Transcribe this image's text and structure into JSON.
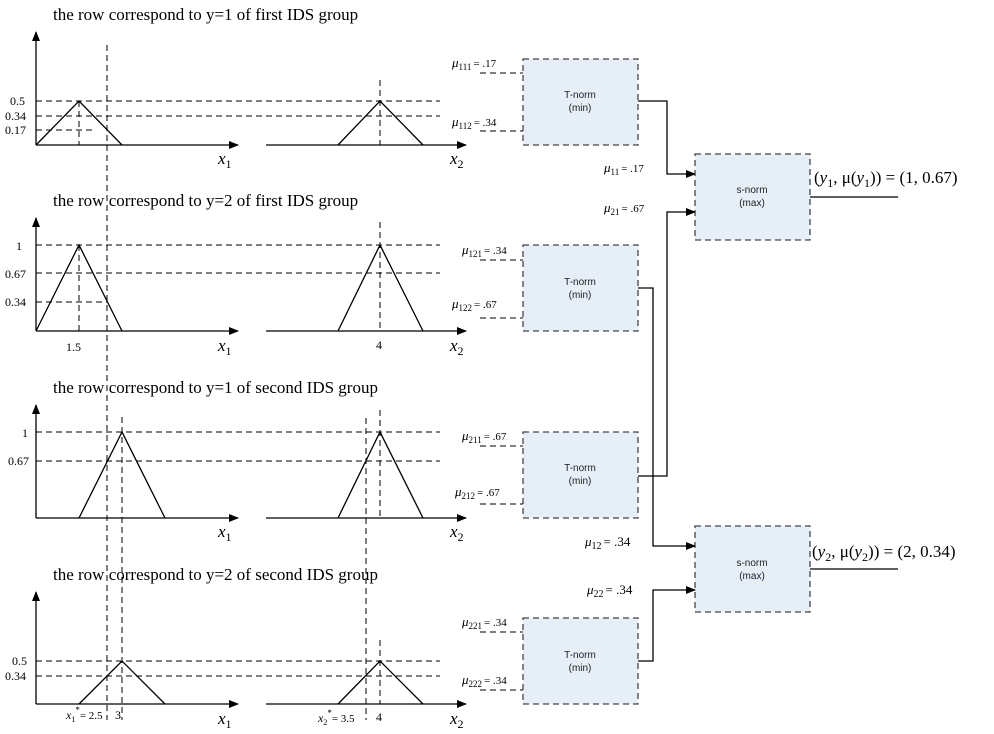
{
  "rows": [
    {
      "caption": "the row correspond to y=1 of first IDS group"
    },
    {
      "caption": "the row correspond to y=2 of first IDS group"
    },
    {
      "caption": "the row correspond to y=1 of second IDS group"
    },
    {
      "caption": "the row correspond to y=2 of second IDS group"
    }
  ],
  "ticks": {
    "r1": {
      "y_a": "0.5",
      "y_b": "0.34",
      "y_c": "0.17"
    },
    "r2": {
      "y_a": "1",
      "y_b": "0.67",
      "y_c": "0.34",
      "x_a": "1.5",
      "x_b": "4"
    },
    "r3": {
      "y_a": "1",
      "y_b": "0.67"
    },
    "r4": {
      "y_a": "0.5",
      "y_b": "0.34",
      "x1_star": "= 2.5",
      "x1_tick": "3",
      "x2_star": "= 3.5",
      "x2_tick": "4"
    }
  },
  "axes": {
    "x1": "x",
    "x1_sub": "1",
    "x2": "x",
    "x2_sub": "2"
  },
  "tnorm": {
    "title": "T-norm",
    "sub": "(min)"
  },
  "snorm": {
    "title": "s-norm",
    "sub": "(max)"
  },
  "mu_labels": {
    "mu": "μ",
    "m111": {
      "sub": "111",
      "val": "= .17"
    },
    "m112": {
      "sub": "112",
      "val": "= .34"
    },
    "m121": {
      "sub": "121",
      "val": "= .34"
    },
    "m122": {
      "sub": "122",
      "val": "= .67"
    },
    "m211": {
      "sub": "211",
      "val": "= .67"
    },
    "m212": {
      "sub": "212",
      "val": "= .67"
    },
    "m221": {
      "sub": "221",
      "val": "= .34"
    },
    "m222": {
      "sub": "222",
      "val": "= .34"
    },
    "m11": {
      "sub": "11",
      "val": "= .17"
    },
    "m21": {
      "sub": "21",
      "val": "= .67"
    },
    "m12": {
      "sub": "12",
      "val": "= .34"
    },
    "m22": {
      "sub": "22",
      "val": "= .34"
    }
  },
  "results": {
    "y1": {
      "open": "(",
      "y": "y",
      "sub": "1",
      "mid": ", μ(",
      "close": ")) = (1, 0.67)"
    },
    "y2": {
      "open": "(",
      "y": "y",
      "sub": "2",
      "mid": ", μ(",
      "close": ")) = (2, 0.34)"
    }
  }
}
